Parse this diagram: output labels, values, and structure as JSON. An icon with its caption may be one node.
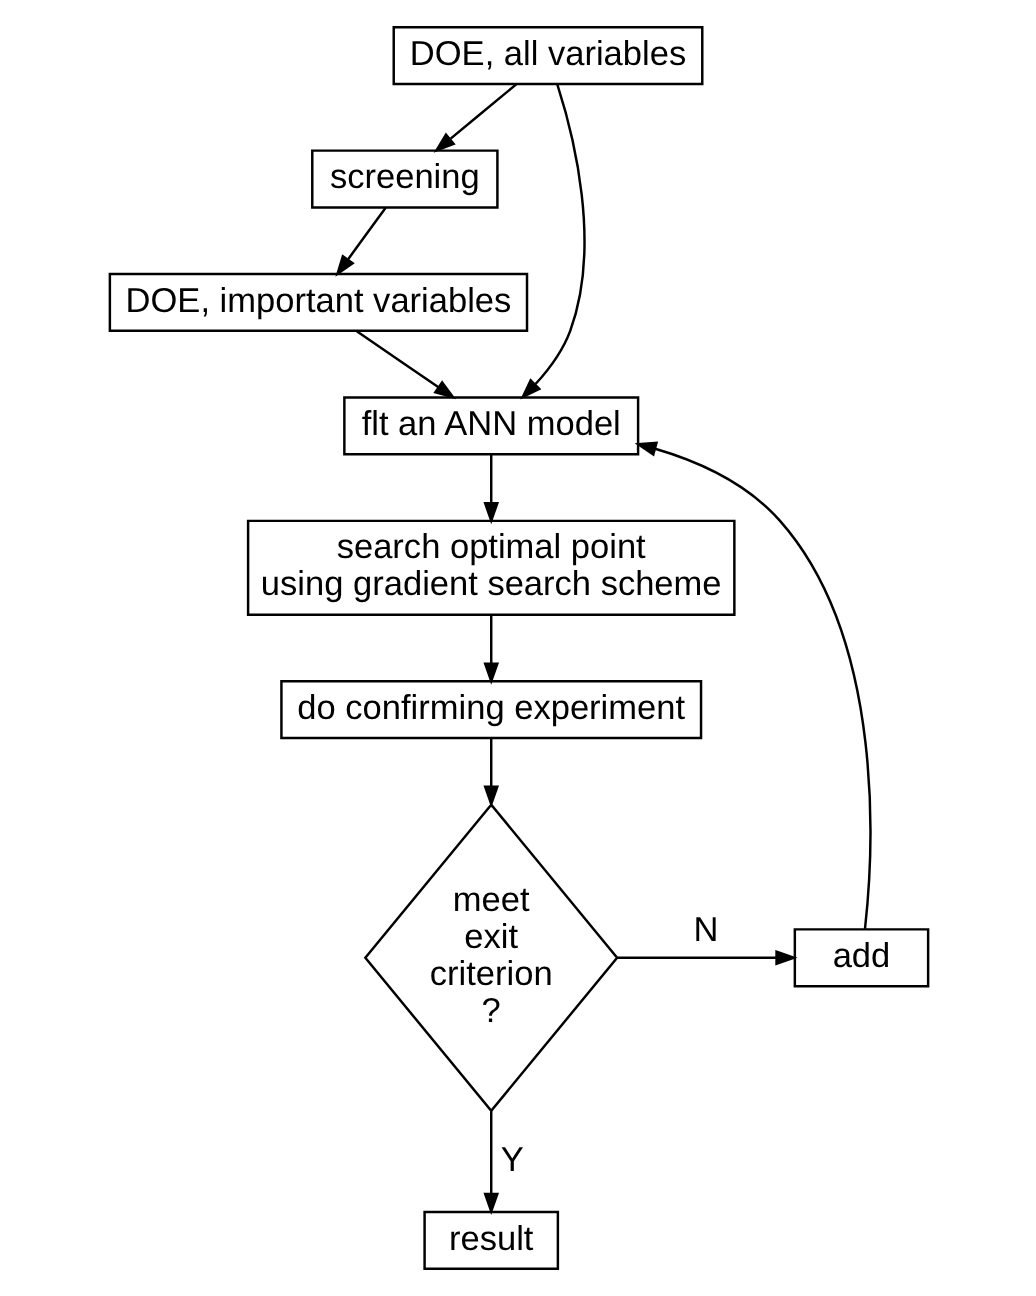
{
  "diagram": {
    "nodes": [
      {
        "text": [
          "DOE, all variables"
        ]
      },
      {
        "text": [
          "screening"
        ]
      },
      {
        "text": [
          "DOE, important variables"
        ]
      },
      {
        "text": [
          "flt an ANN model"
        ]
      },
      {
        "text": [
          "search optimal point using gradient search scheme"
        ]
      },
      {
        "text": [
          "do confirming experiment"
        ]
      },
      {
        "text": [
          "meet exit criterion ?"
        ]
      },
      {
        "text": [
          "add"
        ]
      },
      {
        "text": [
          "result"
        ]
      }
    ],
    "edges": [
      {
        "from": 0,
        "to": 1,
        "arrow": "to"
      },
      {
        "from": 1,
        "to": 2,
        "arrow": "to"
      },
      {
        "from": 2,
        "to": 3,
        "arrow": "to"
      },
      {
        "from": 0,
        "to": 3,
        "arrow": "to"
      },
      {
        "from": 3,
        "to": 4,
        "arrow": "to"
      },
      {
        "from": 4,
        "to": 5,
        "arrow": "to"
      },
      {
        "from": 5,
        "to": 6,
        "arrow": "to"
      },
      {
        "from": 6,
        "to": 7,
        "arrow": "to",
        "label": "N"
      },
      {
        "from": 7,
        "to": 3,
        "arrow": "to"
      },
      {
        "from": 6,
        "to": 8,
        "arrow": "to",
        "label": "Y"
      }
    ]
  }
}
